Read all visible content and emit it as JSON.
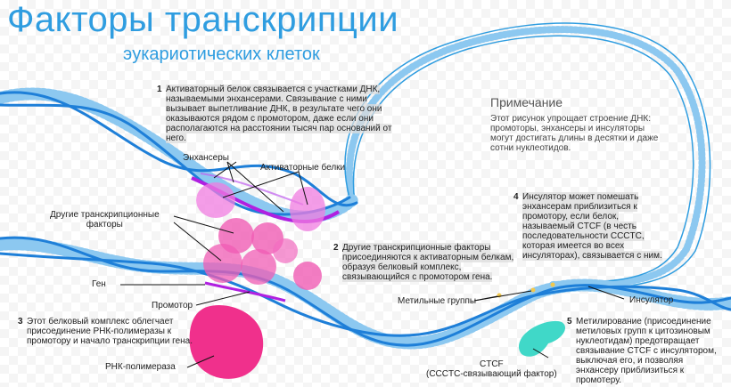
{
  "header": {
    "title": "Факторы транскрипции",
    "subtitle": "эукариотических клеток"
  },
  "note": {
    "title": "Примечание",
    "text": "Этот рисунок упрощает строение ДНК: промоторы, энхансеры и инсуляторы могут достигать длины в десятки и даже сотни нуклеотидов."
  },
  "steps": [
    {
      "num": "1",
      "text": "Активаторный белок связывается с участками ДНК, называемыми энхансерами. Связывание с ними вызывает выпетливание ДНК, в результате чего они оказываются рядом с промотором, даже если они располагаются на расстоянии тысяч пар оснований от него."
    },
    {
      "num": "2",
      "text": "Другие транскрипционные факторы присоединяются к активаторным белкам, образуя белковый комплекс, связывающийся с промотором гена."
    },
    {
      "num": "3",
      "text": "Этот белковый комплекс облегчает присоединение РНК-полимеразы к промотору и начало транскрипции гена."
    },
    {
      "num": "4",
      "text": "Инсулятор может помешать энхансерам приблизиться к промотору, если белок, называемый CTCF (в честь последовательности CCCTC, которая имеется во всех инсуляторах), связывается с ним."
    },
    {
      "num": "5",
      "text": "Метилирование (присоединение метиловых групп к цитозиновым нуклеотидам) предотвращает связывание CTCF с инсулятором, выключая его, и позволяя энхансеру приблизиться к промотеру."
    }
  ],
  "labels": {
    "enhancers": "Энхансеры",
    "activators": "Активаторные белки",
    "other_tf": "Другие транскрипционные\nфакторы",
    "gene": "Ген",
    "promoter": "Промотор",
    "rna_pol": "РНК-полимераза",
    "methyl": "Метильные группы",
    "insulator": "Инсулятор",
    "ctcf": "CTCF\n(CCCTC-связывающий фактор)"
  },
  "colors": {
    "accent": "#2f9de0",
    "dna_blue": "#1e7fd8",
    "dna_light": "#8cc8f0",
    "enhancer_purple": "#b020e0",
    "activator_pink": "#f07ce0",
    "tf_pink": "#f05cb4",
    "rnapol_magenta": "#f0308c",
    "ctcf_teal": "#40d8c8"
  }
}
